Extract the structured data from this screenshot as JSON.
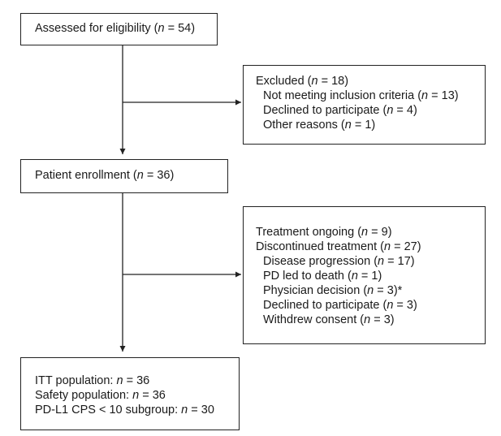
{
  "assessed": {
    "prefix": "Assessed for eligibility (",
    "n": "n",
    "suffix": " = 54)"
  },
  "excluded": {
    "title": {
      "prefix": "Excluded (",
      "n": "n",
      "suffix": " = 18)"
    },
    "items": [
      {
        "prefix": "Not meeting inclusion criteria (",
        "n": "n",
        "suffix": " = 13)"
      },
      {
        "prefix": "Declined to participate (",
        "n": "n",
        "suffix": " = 4)"
      },
      {
        "prefix": "Other reasons (",
        "n": "n",
        "suffix": " = 1)"
      }
    ]
  },
  "enrollment": {
    "prefix": "Patient enrollment (",
    "n": "n",
    "suffix": " = 36)"
  },
  "treatment": {
    "ongoing": {
      "prefix": "Treatment ongoing (",
      "n": "n",
      "suffix": " = 9)"
    },
    "discontinued": {
      "prefix": "Discontinued treatment (",
      "n": "n",
      "suffix": " = 27)"
    },
    "items": [
      {
        "prefix": "Disease progression (",
        "n": "n",
        "suffix": " = 17)"
      },
      {
        "prefix": "PD led to death (",
        "n": "n",
        "suffix": " = 1)"
      },
      {
        "prefix": "Physician decision (",
        "n": "n",
        "suffix": " = 3)*"
      },
      {
        "prefix": "Declined to participate (",
        "n": "n",
        "suffix": " = 3)"
      },
      {
        "prefix": "Withdrew consent (",
        "n": "n",
        "suffix": " = 3)"
      }
    ]
  },
  "populations": [
    {
      "prefix": "ITT population: ",
      "n": "n",
      "suffix": " = 36"
    },
    {
      "prefix": "Safety population: ",
      "n": "n",
      "suffix": " = 36"
    },
    {
      "prefix": "PD-L1 CPS < 10 subgroup: ",
      "n": "n",
      "suffix": " = 30"
    }
  ]
}
